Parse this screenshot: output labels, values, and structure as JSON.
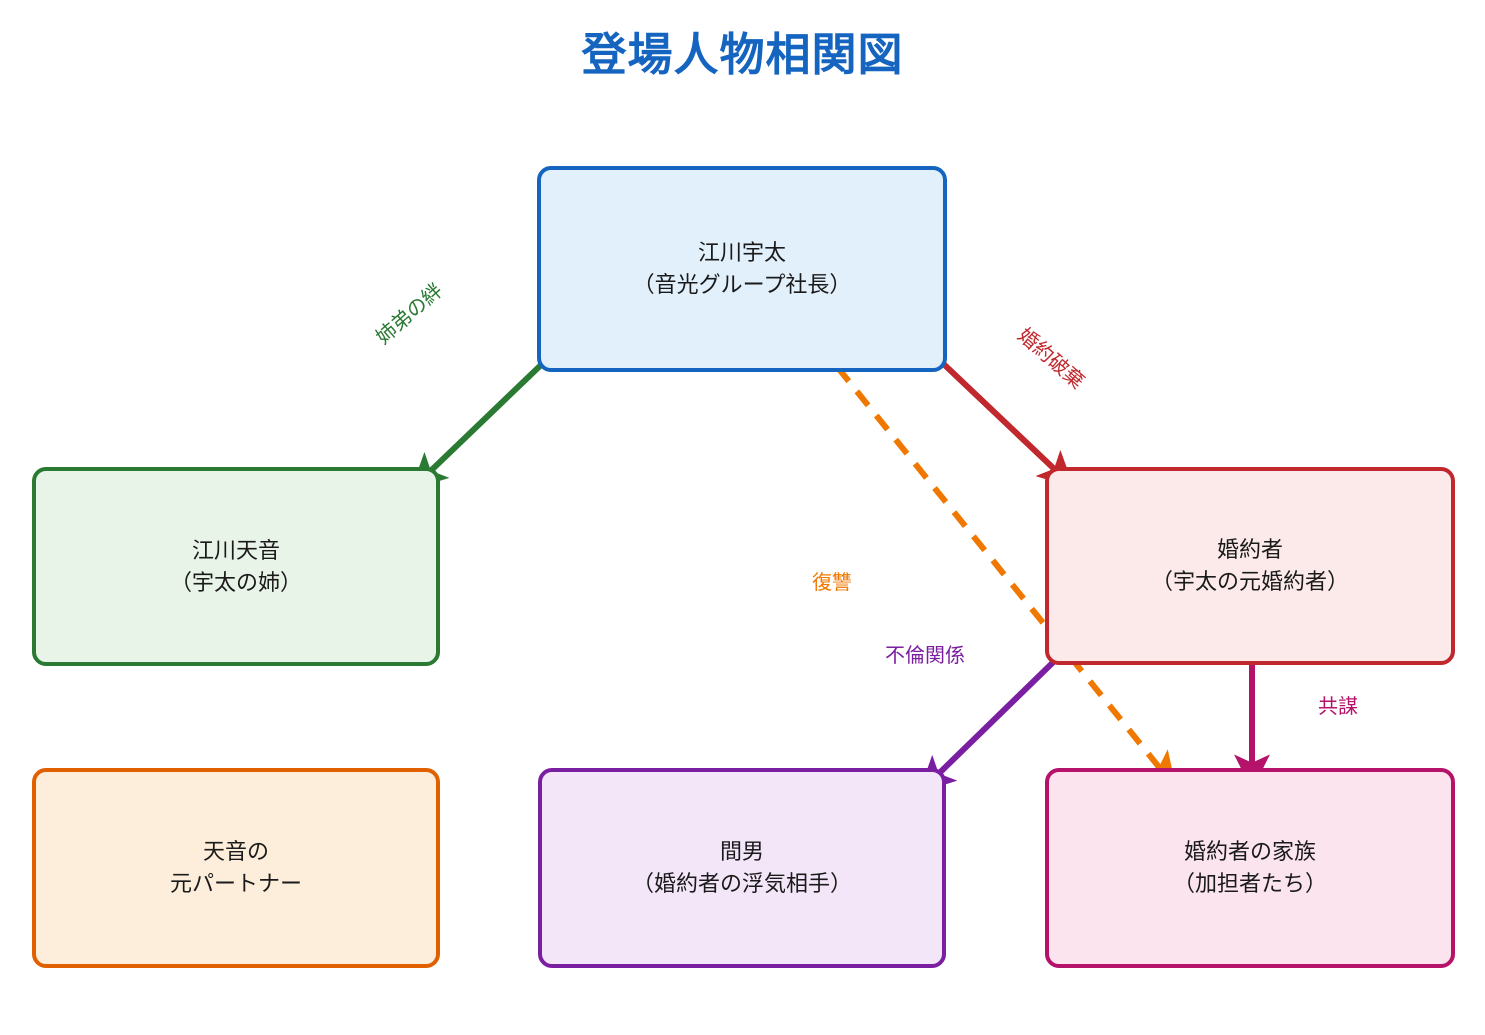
{
  "title": "登場人物相関図",
  "title_color": "#1565C0",
  "background": "#ffffff",
  "nodes": [
    {
      "id": "uta",
      "name_line": "江川宇太",
      "role_line": "（音光グループ社長）",
      "border_color": "#1565C0",
      "fill_color": "#e2f0fb",
      "position": "top-center"
    },
    {
      "id": "amane",
      "name_line": "江川天音",
      "role_line": "（宇太の姉）",
      "border_color": "#2a7a33",
      "fill_color": "#e9f4e9",
      "position": "middle-left"
    },
    {
      "id": "fiancee",
      "name_line": "婚約者",
      "role_line": "（宇太の元婚約者）",
      "border_color": "#c0282d",
      "fill_color": "#fceaea",
      "position": "middle-right"
    },
    {
      "id": "expartner",
      "name_line": "天音の",
      "role_line": "元パートナー",
      "border_color": "#e06000",
      "fill_color": "#fdeedb",
      "position": "bottom-left"
    },
    {
      "id": "maotoko",
      "name_line": "間男",
      "role_line": "（婚約者の浮気相手）",
      "border_color": "#7b1fa2",
      "fill_color": "#f3e6f8",
      "position": "bottom-center"
    },
    {
      "id": "family",
      "name_line": "婚約者の家族",
      "role_line": "（加担者たち）",
      "border_color": "#b5126a",
      "fill_color": "#fbe4ee",
      "position": "bottom-right"
    }
  ],
  "edges": [
    {
      "id": "sibling-bond",
      "label": "姉弟の絆",
      "from": "uta",
      "to": "amane",
      "color": "#2a7a33",
      "style": "solid",
      "arrow": "end"
    },
    {
      "id": "engagement-broken",
      "label": "婚約破棄",
      "from": "uta",
      "to": "fiancee",
      "color": "#c0282d",
      "style": "solid",
      "arrow": "end"
    },
    {
      "id": "revenge",
      "label": "復讐",
      "from": "uta",
      "to": "family",
      "color": "#f07800",
      "style": "dashed",
      "arrow": "end"
    },
    {
      "id": "affair",
      "label": "不倫関係",
      "from": "fiancee",
      "to": "maotoko",
      "color": "#7b1fa2",
      "style": "solid",
      "arrow": "end"
    },
    {
      "id": "conspiracy",
      "label": "共謀",
      "from": "fiancee",
      "to": "family",
      "color": "#b5126a",
      "style": "solid",
      "arrow": "end"
    }
  ]
}
